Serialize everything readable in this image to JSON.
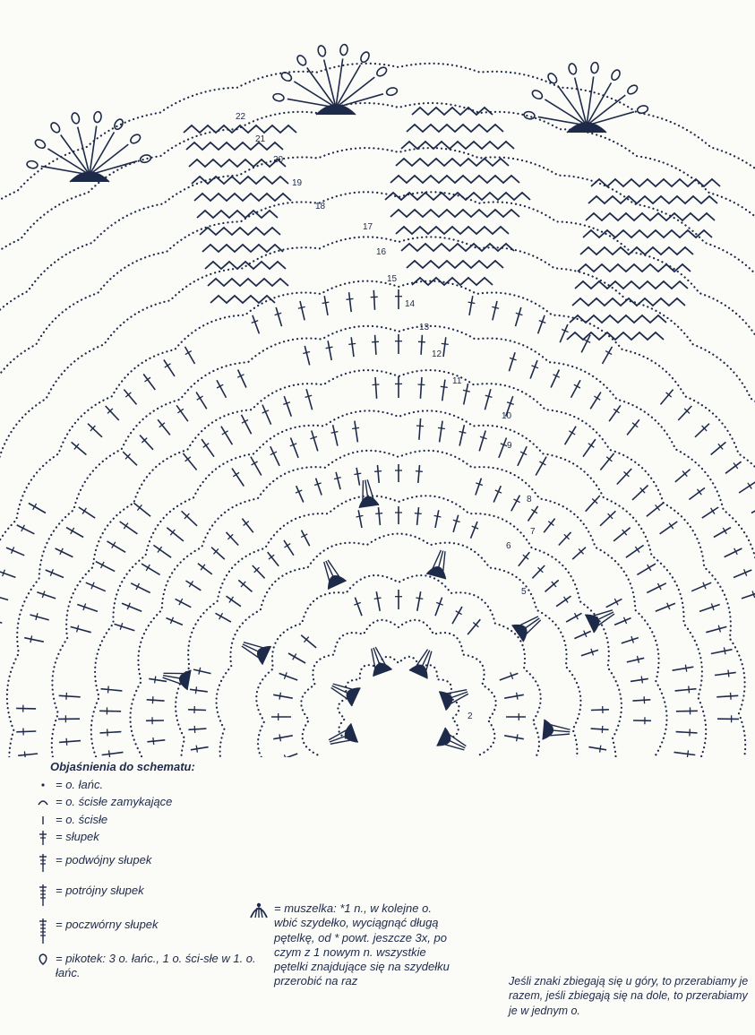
{
  "diagram": {
    "round_numbers": [
      "2",
      "5",
      "6",
      "7",
      "8",
      "9",
      "10",
      "11",
      "12",
      "13",
      "14",
      "15",
      "16",
      "17",
      "18",
      "19",
      "20",
      "21",
      "22"
    ]
  },
  "legend": {
    "title": "Objaśnienia do schematu:",
    "items": [
      {
        "icon": "chain-stitch-dot-icon",
        "text": "= o. łańc."
      },
      {
        "icon": "slip-stitch-arc-icon",
        "text": "= o. ścisłe zamykające"
      },
      {
        "icon": "single-crochet-line-icon",
        "text": "= o. ścisłe"
      },
      {
        "icon": "double-crochet-icon",
        "text": "= słupek"
      },
      {
        "icon": "treble-crochet-icon",
        "text": "= podwójny słupek"
      },
      {
        "icon": "triple-treble-icon",
        "text": "= potrójny słupek"
      },
      {
        "icon": "quadruple-treble-icon",
        "text": "= poczwórny słupek"
      },
      {
        "icon": "picot-icon",
        "text": "= pikotek: 3 o. łańc., 1 o. ści-słe w 1. o. łańc."
      }
    ],
    "shell": {
      "icon": "shell-stitch-icon",
      "text": "= muszelka: *1 n., w kolejne o. wbić szydełko, wyciągnąć długą pętelkę, od * powt. jeszcze 3x, po czym z 1 nowym n. wszystkie pętelki znajdujące się na szydełku przerobić na raz"
    }
  },
  "note": "Jeśli znaki zbiegają się u góry, to przerabiamy je razem, jeśli zbiegają się na dole, to przerabiamy je w jednym o.",
  "colors": {
    "ink": "#1e2a4a",
    "paper": "#fbfbf8"
  }
}
